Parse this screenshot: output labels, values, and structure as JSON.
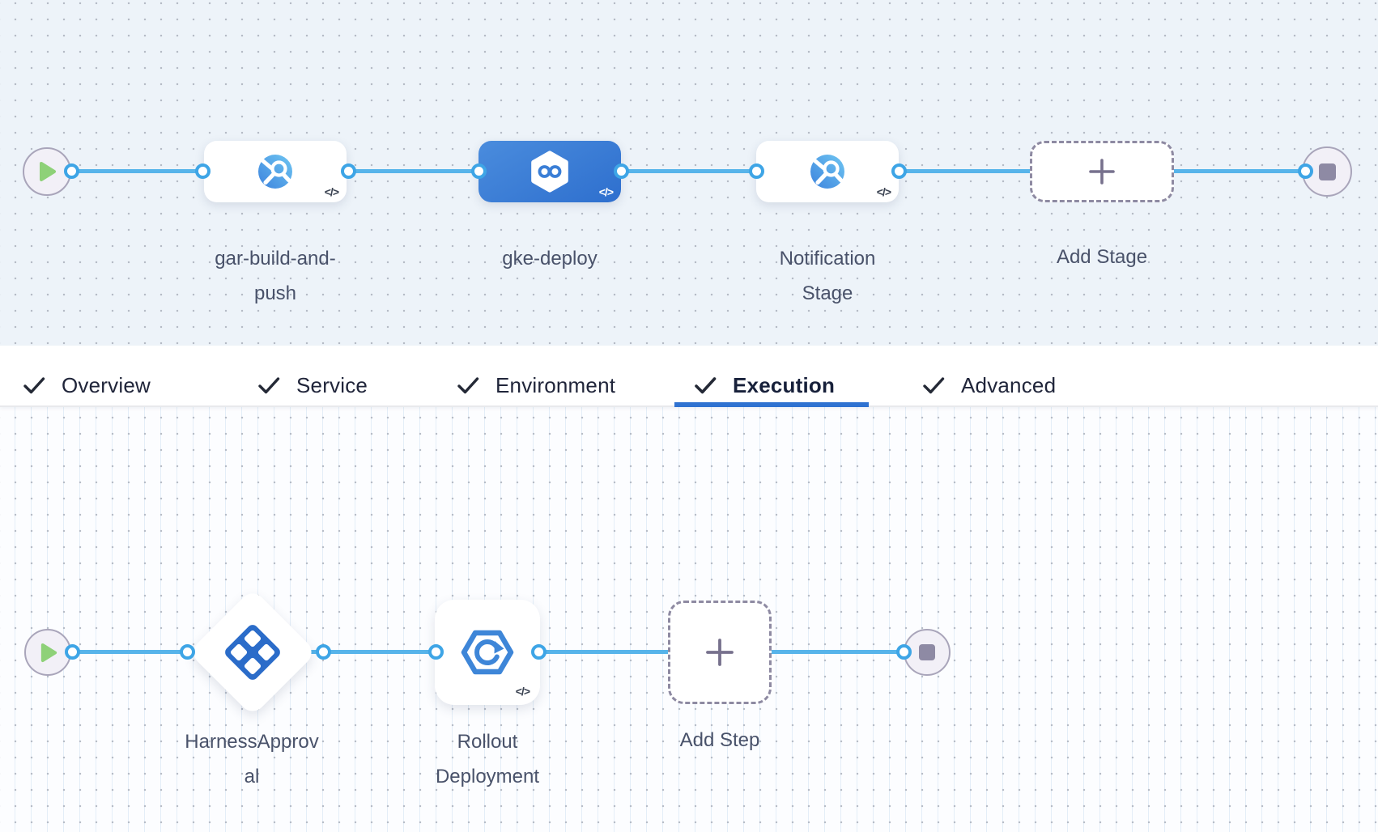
{
  "colors": {
    "accent_blue": "#2f72d1",
    "connector_blue": "#57b4ea",
    "selected_stage_blue": "#3579d2",
    "icon_blue": "#3e86d8",
    "approval_blue": "#2b6cc9",
    "success_green": "#8ed178",
    "neutral_purple": "#8e8aa4",
    "label_gray": "#49526a",
    "canvas_top_bg": "#edf3f9",
    "canvas_bottom_bg": "#fcfdff"
  },
  "stage_pipeline": {
    "start_icon": "play",
    "end_icon": "stop",
    "stages": [
      {
        "name": "gar-build-and-push",
        "selected": false,
        "icon": "custom-stage-icon",
        "code_badge": true
      },
      {
        "name": "gke-deploy",
        "selected": true,
        "icon": "deploy-stage-icon",
        "code_badge": true
      },
      {
        "name": "Notification Stage",
        "selected": false,
        "icon": "custom-stage-icon",
        "code_badge": true
      }
    ],
    "add_stage_label": "Add Stage"
  },
  "tab_bar": {
    "tabs": [
      {
        "label": "Overview",
        "checked": true,
        "active": false
      },
      {
        "label": "Service",
        "checked": true,
        "active": false
      },
      {
        "label": "Environment",
        "checked": true,
        "active": false
      },
      {
        "label": "Execution",
        "checked": true,
        "active": true
      },
      {
        "label": "Advanced",
        "checked": true,
        "active": false
      }
    ]
  },
  "execution_pipeline": {
    "start_icon": "play",
    "end_icon": "stop",
    "steps": [
      {
        "name": "HarnessApproval",
        "shape": "diamond",
        "icon": "approval-step-icon",
        "code_badge": false
      },
      {
        "name": "Rollout Deployment",
        "shape": "rounded-square",
        "icon": "rollout-deployment-icon",
        "code_badge": true
      }
    ],
    "add_step_label": "Add Step"
  },
  "icons": {
    "code_badge": "</>",
    "plus": "+",
    "check": "checkmark",
    "play": "play-triangle",
    "stop": "stop-square"
  }
}
